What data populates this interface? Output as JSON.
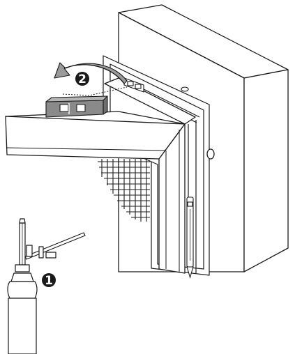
{
  "illustration": {
    "steps": [
      {
        "number": "1",
        "target": "screwdriver-and-tool"
      },
      {
        "number": "2",
        "target": "bracket-removal"
      }
    ],
    "colors": {
      "line": "#1a1a1a",
      "fill": "#ffffff",
      "bracket": "#8a8a8a",
      "badge": "#1a1a1a",
      "badge_text": "#ffffff",
      "mesh": "#1a1a1a"
    }
  }
}
